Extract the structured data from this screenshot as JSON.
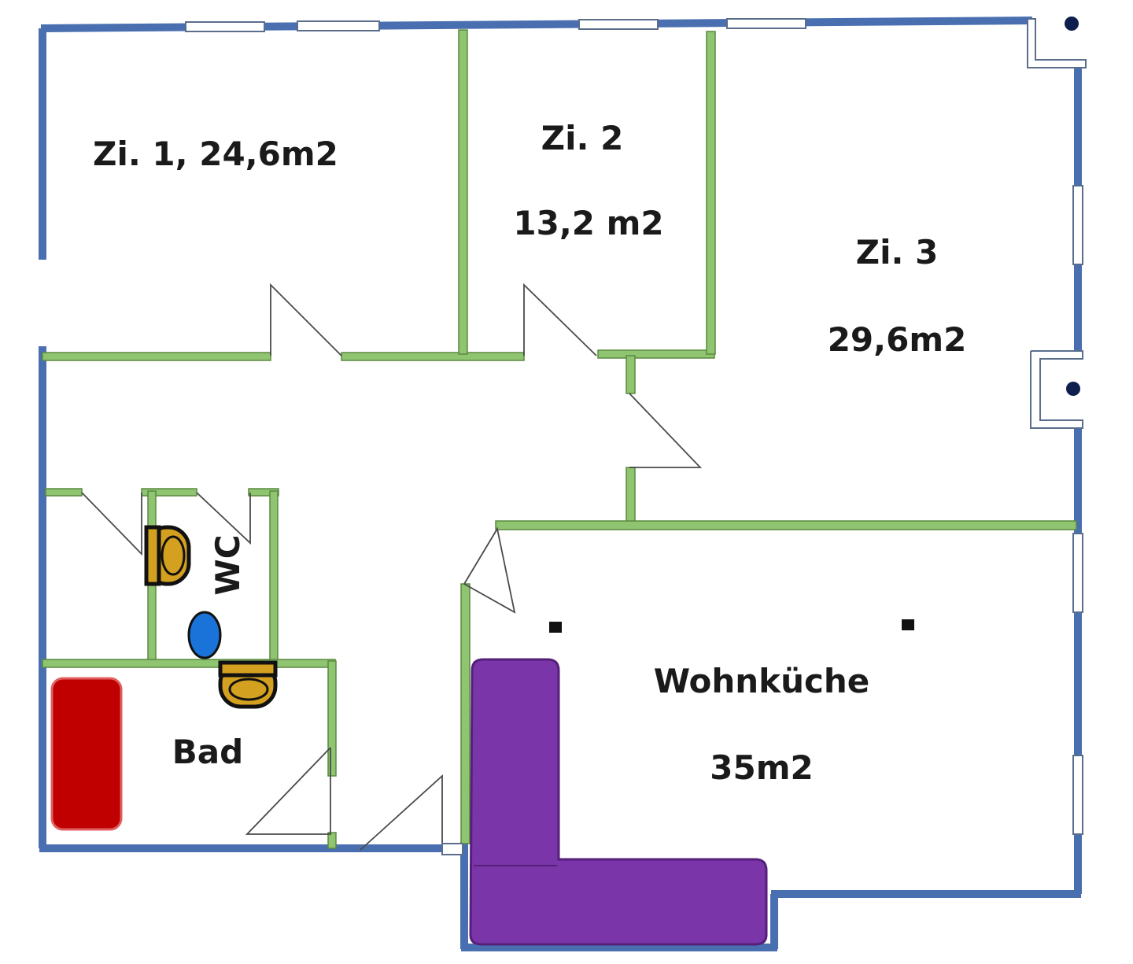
{
  "rooms": {
    "zi1": {
      "name": "Zi. 1, 24,6m2"
    },
    "zi2": {
      "name": "Zi. 2",
      "area": "13,2 m2"
    },
    "zi3": {
      "name": "Zi. 3",
      "area": "29,6m2"
    },
    "wc": {
      "name": "WC"
    },
    "bad": {
      "name": "Bad"
    },
    "wohnkueche": {
      "name": "Wohnküche",
      "area": "35m2"
    }
  },
  "colors": {
    "exterior_wall": "#4a6fb0",
    "interior_wall": "#8fc470",
    "sofa": "#7a35a8",
    "bathtub": "#c00000",
    "toilet": "#d4a020",
    "sink": "#1a73d9"
  }
}
